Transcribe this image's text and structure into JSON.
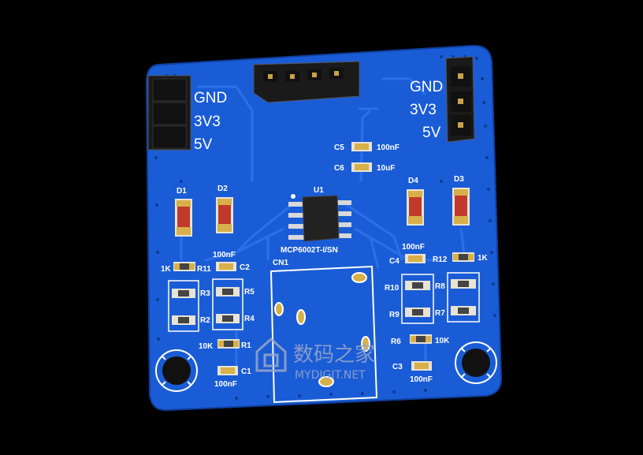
{
  "board": {
    "colors": {
      "background": "#000000",
      "solder_mask": "#1a5cd6",
      "silkscreen": "#ffffff",
      "pad": "#d8b04a",
      "header": "#1a1a1a"
    },
    "left_header_labels": [
      "GND",
      "3V3",
      "5V"
    ],
    "right_header_labels": [
      "GND",
      "3V3",
      "5V"
    ],
    "diodes": [
      "D1",
      "D2",
      "D3",
      "D4"
    ],
    "ic": {
      "designator": "U1",
      "part": "MCP6002T-I/SN"
    },
    "connector": "CN1",
    "capacitors": {
      "c5": {
        "ref": "C5",
        "value": "100nF"
      },
      "c6": {
        "ref": "C6",
        "value": "10uF"
      },
      "c2": {
        "ref": "C2",
        "value": "100nF"
      },
      "c4": {
        "ref": "C4",
        "value": "100nF"
      },
      "c1": {
        "ref": "C1",
        "value": "100nF"
      },
      "c3": {
        "ref": "C3",
        "value": "100nF"
      }
    },
    "resistors": {
      "r11": {
        "ref": "R11",
        "value": "1K"
      },
      "r12": {
        "ref": "R12",
        "value": "1K"
      },
      "r1": {
        "ref": "R1",
        "value": "10K"
      },
      "r6": {
        "ref": "R6",
        "value": "10K"
      },
      "r2": "R2",
      "r3": "R3",
      "r4": "R4",
      "r5": "R5",
      "r7": "R7",
      "r8": "R8",
      "r9": "R9",
      "r10": "R10"
    }
  },
  "watermark": {
    "title": "数码之家",
    "url": "MYDIGIT.NET"
  }
}
